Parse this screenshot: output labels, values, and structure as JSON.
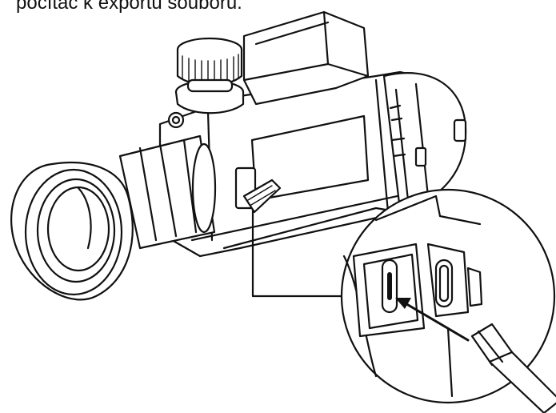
{
  "caption": "počítač k exportu souborů.",
  "icons": {
    "scope": "thermal-riflescope-illustration",
    "port": "usb-c-port",
    "cable": "usb-c-cable",
    "arrow": "insertion-arrow"
  },
  "colors": {
    "line": "#111111",
    "background": "#ffffff"
  }
}
